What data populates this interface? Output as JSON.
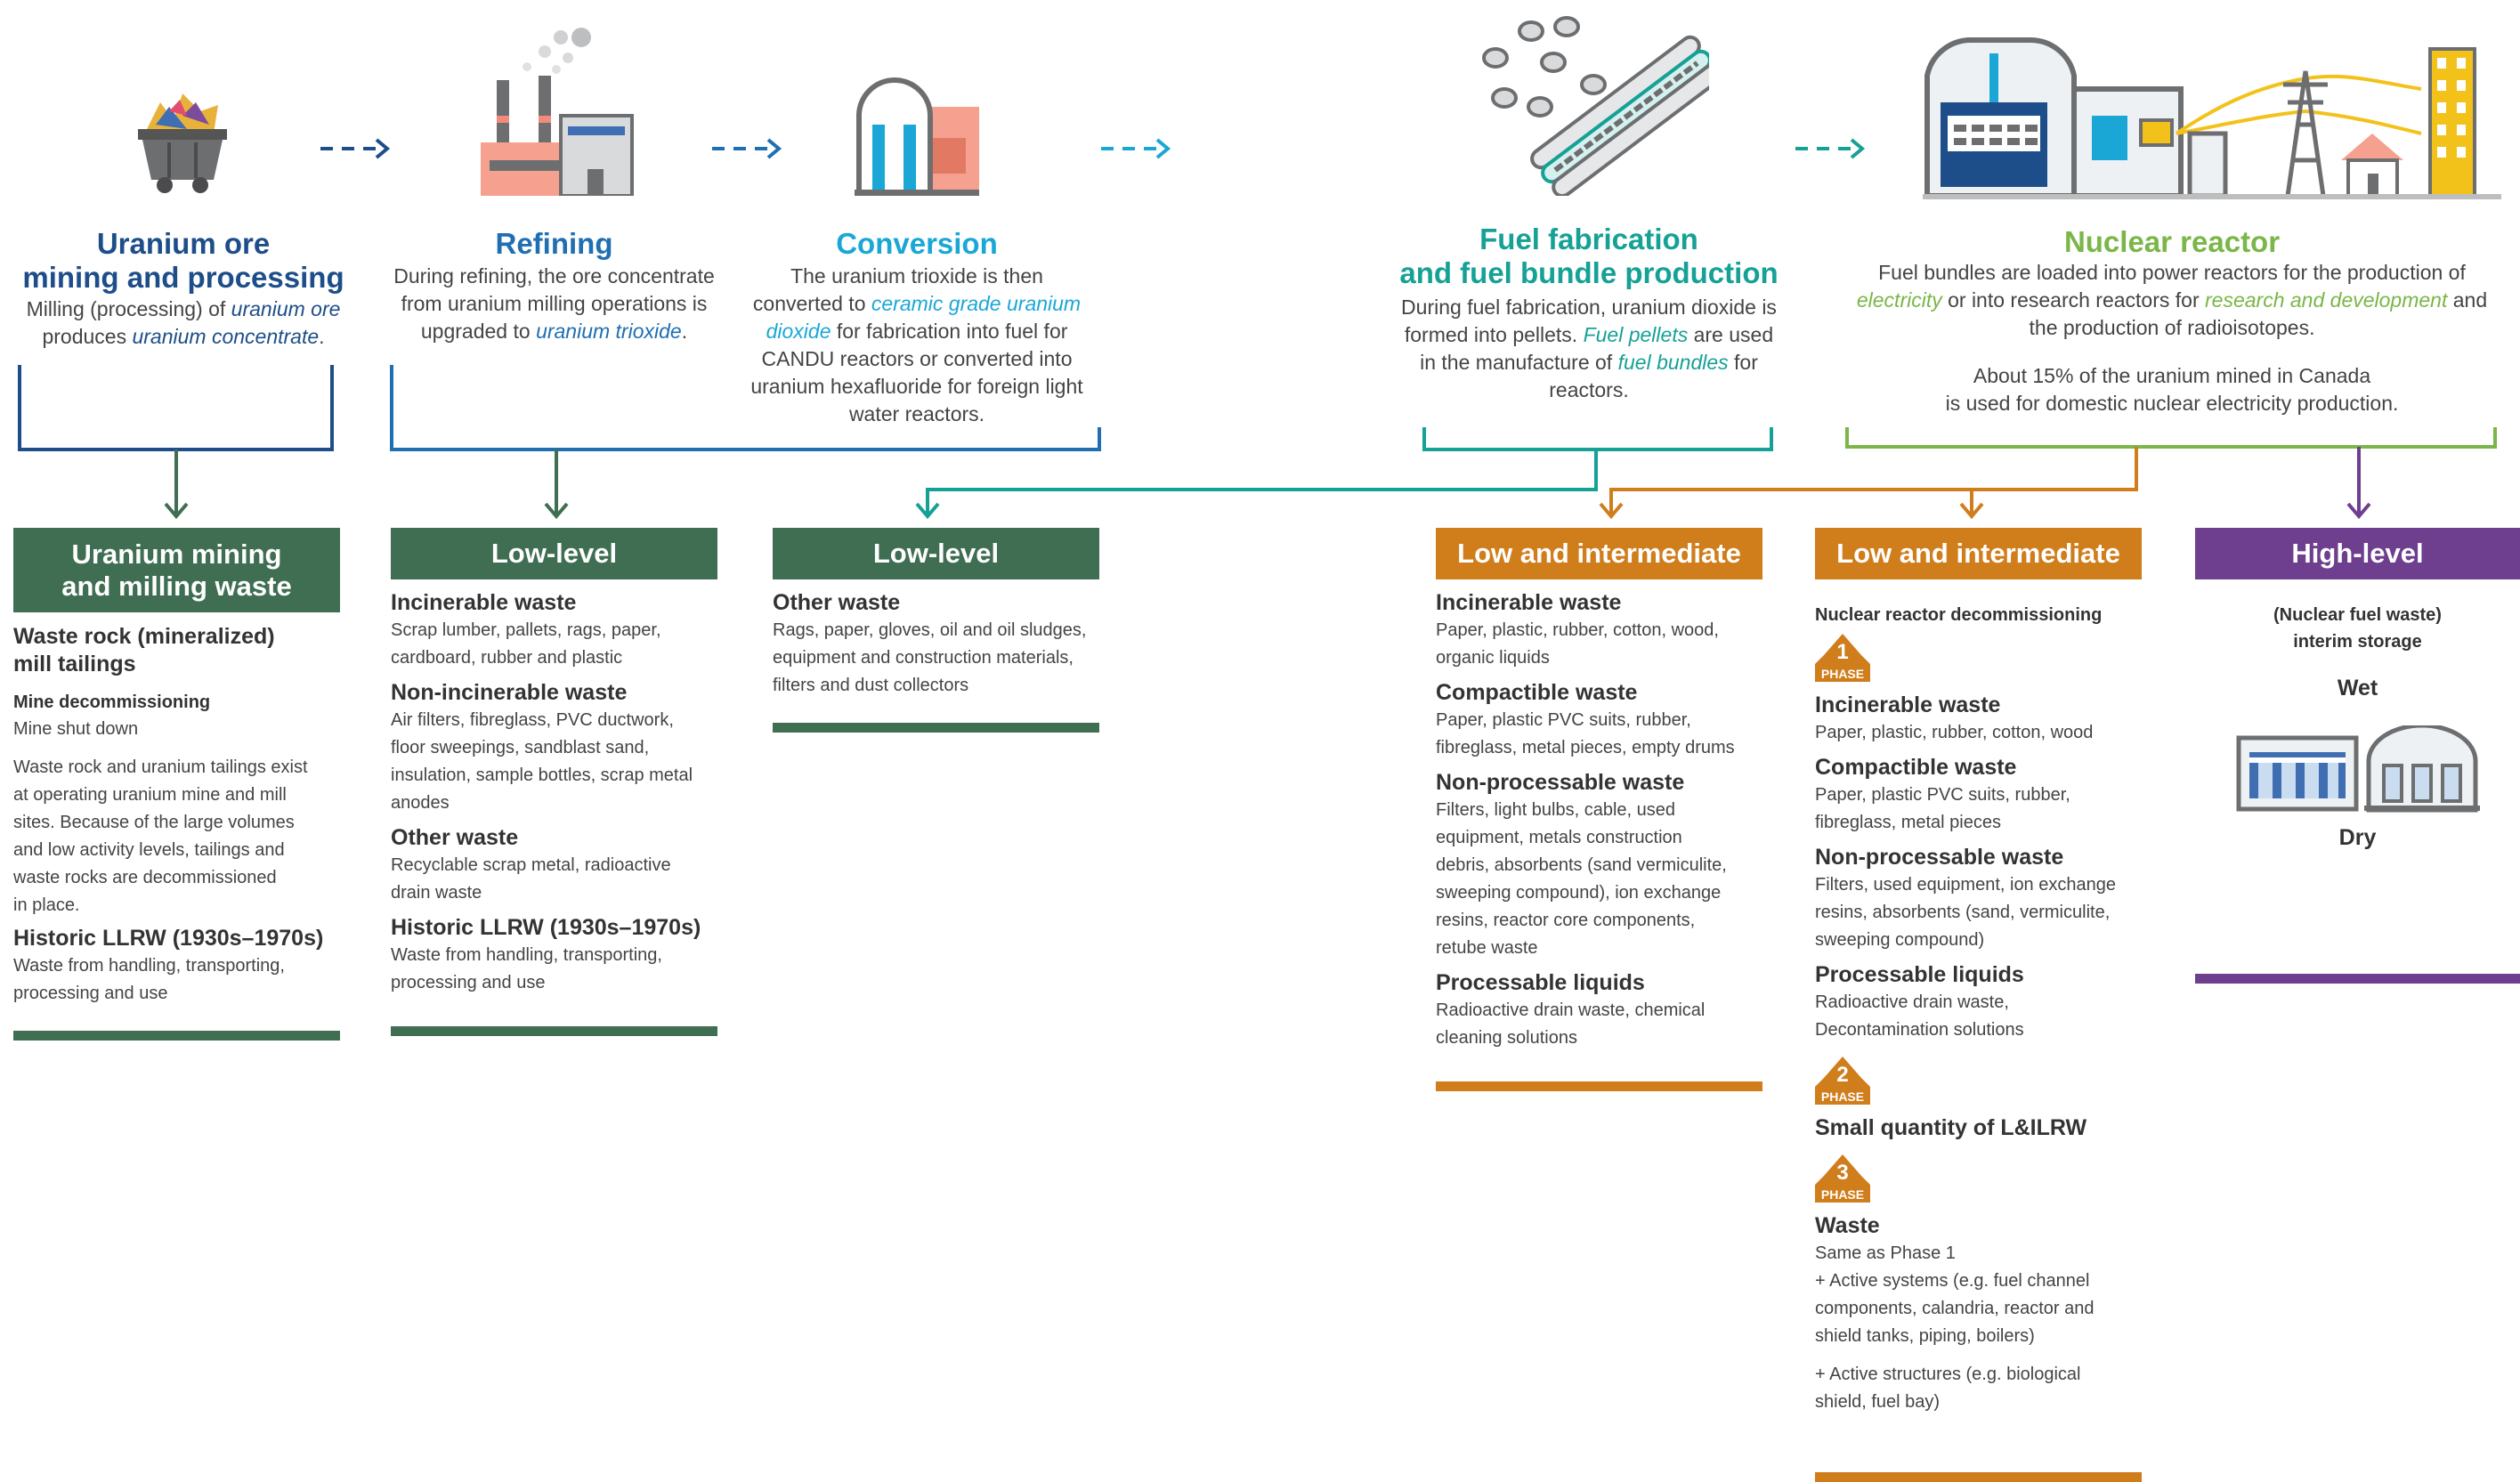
{
  "colors": {
    "navy": "#1d4e89",
    "blue": "#1f6fb2",
    "cyan": "#1ba7d6",
    "teal": "#16a196",
    "green": "#7ab648",
    "darkgreen": "#3f6e52",
    "orange": "#d07d1b",
    "purple": "#6d3f8e"
  },
  "stages": {
    "mining": {
      "icon": "mine-cart-icon",
      "title": [
        "Uranium ore",
        "mining and processing"
      ],
      "desc": [
        "Milling (processing) of ",
        "uranium ore",
        " produces ",
        "uranium concentrate",
        "."
      ]
    },
    "refining": {
      "icon": "refinery-factory-icon",
      "title": [
        "Refining"
      ],
      "desc": [
        "During refining, the ore concentrate from uranium milling operations is upgraded to ",
        "uranium trioxide",
        "."
      ]
    },
    "conversion": {
      "icon": "conversion-plant-icon",
      "title": [
        "Conversion"
      ],
      "desc": [
        "The uranium trioxide is then converted to ",
        "ceramic grade uranium dioxide",
        " for fabrication into fuel for CANDU reactors or converted into uranium hexafluoride for foreign light water reactors."
      ]
    },
    "fabrication": {
      "icon": "fuel-bundle-icon",
      "title": [
        "Fuel fabrication",
        "and fuel bundle production"
      ],
      "desc": [
        "During fuel fabrication, uranium dioxide is formed into pellets. ",
        "Fuel pellets",
        " are used in the manufacture of ",
        "fuel bundles",
        " for reactors."
      ]
    },
    "reactor": {
      "icon": "nuclear-reactor-icon",
      "title": [
        "Nuclear reactor"
      ],
      "desc": [
        "Fuel bundles are loaded into power reactors for the production of ",
        "electricity",
        " or into research reactors for ",
        "research and development",
        " and the production of radioisotopes."
      ],
      "note": [
        "About 15% of the uranium mined in Canada",
        "is used for domestic nuclear electricity production."
      ]
    }
  },
  "columns": {
    "c1": {
      "header": [
        "Uranium mining",
        "and milling waste"
      ],
      "h_rock": [
        "Waste rock (mineralized)",
        "mill tailings"
      ],
      "h_decom": "Mine decommissioning",
      "p_shut": "Mine shut down",
      "p_exist": [
        "Waste rock and uranium tailings exist",
        "at operating uranium mine and mill",
        "sites. Because of the large volumes",
        "and low activity levels, tailings and",
        "waste rocks are decommissioned",
        "in place."
      ],
      "h_hist": "Historic LLRW (1930s–1970s)",
      "p_hist": [
        "Waste from handling, transporting,",
        "processing and use"
      ]
    },
    "c2": {
      "header": "Low-level",
      "h_inc": "Incinerable waste",
      "p_inc": [
        "Scrap lumber, pallets, rags, paper,",
        "cardboard, rubber and plastic"
      ],
      "h_noninc": "Non-incinerable waste",
      "p_noninc": [
        "Air filters, fibreglass, PVC ductwork,",
        "floor sweepings, sandblast sand,",
        "insulation, sample bottles, scrap metal",
        "anodes"
      ],
      "h_other": "Other waste",
      "p_other": [
        "Recyclable scrap metal, radioactive",
        "drain waste"
      ],
      "h_hist": "Historic LLRW (1930s–1970s)",
      "p_hist": [
        "Waste from handling, transporting,",
        "processing and use"
      ]
    },
    "c3": {
      "header": "Low-level",
      "h_other": "Other waste",
      "p_other": [
        "Rags, paper, gloves, oil and oil sludges,",
        "equipment and construction materials,",
        "filters and dust collectors"
      ]
    },
    "c4": {
      "header": "Low and intermediate",
      "h_inc": "Incinerable waste",
      "p_inc": [
        "Paper, plastic, rubber, cotton, wood,",
        "organic liquids"
      ],
      "h_comp": "Compactible waste",
      "p_comp": [
        "Paper, plastic PVC suits, rubber,",
        "fibreglass, metal pieces, empty drums"
      ],
      "h_nonproc": "Non-processable waste",
      "p_nonproc": [
        "Filters, light bulbs, cable, used",
        "equipment, metals construction",
        "debris, absorbents (sand vermiculite,",
        "sweeping compound), ion exchange",
        "resins, reactor core components,",
        "retube waste"
      ],
      "h_liq": "Processable liquids",
      "p_liq": [
        "Radioactive drain waste, chemical",
        "cleaning solutions"
      ]
    },
    "c5": {
      "header": "Low and intermediate",
      "h_decom": "Nuclear reactor decommissioning",
      "phase_word": "PHASE",
      "phase1": "1",
      "h_inc": "Incinerable waste",
      "p_inc": "Paper, plastic, rubber, cotton, wood",
      "h_comp": "Compactible waste",
      "p_comp": [
        "Paper, plastic PVC suits, rubber,",
        "fibreglass, metal pieces"
      ],
      "h_nonproc": "Non-processable waste",
      "p_nonproc": [
        "Filters, used equipment, ion exchange",
        "resins, absorbents (sand, vermiculite,",
        "sweeping compound)"
      ],
      "h_liq": "Processable liquids",
      "p_liq": [
        "Radioactive drain waste,",
        "Decontamination solutions"
      ],
      "phase2": "2",
      "h_small": "Small quantity of L&ILRW",
      "phase3": "3",
      "h_waste": "Waste",
      "p_same": "Same as Phase 1",
      "p_active1": [
        "+ Active systems (e.g. fuel channel",
        "components, calandria, reactor and",
        "shield tanks, piping, boilers)"
      ],
      "p_active2": [
        "+ Active structures (e.g. biological",
        "shield, fuel bay)"
      ]
    },
    "c6": {
      "header": "High-level",
      "sub": [
        "(Nuclear fuel waste)",
        "interim storage"
      ],
      "wet": "Wet",
      "wet_icon": "wet-storage-pool-icon",
      "dry": "Dry",
      "dry_icon": "dry-storage-building-icon"
    }
  }
}
